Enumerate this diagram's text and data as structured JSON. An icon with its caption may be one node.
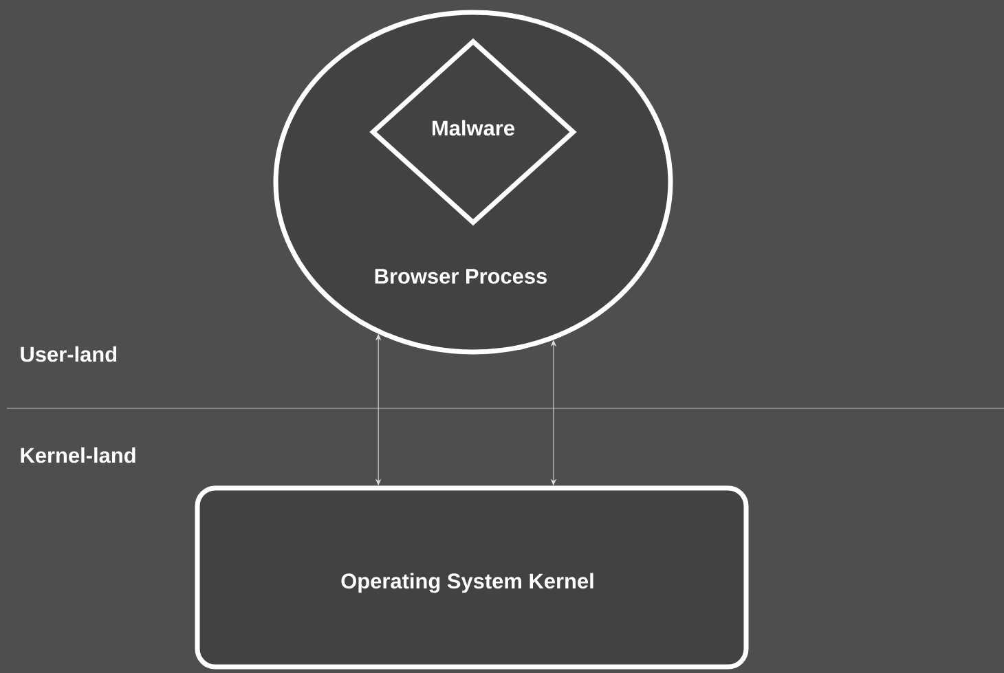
{
  "diagram": {
    "nodes": [
      {
        "text": [
          "Browser Process"
        ]
      },
      {
        "text": [
          "Malware"
        ],
        "in": 0
      },
      {
        "text": [
          "Operating System Kernel"
        ]
      }
    ],
    "edges": [
      {
        "from": 0,
        "to": 2,
        "arrow": "both"
      },
      {
        "from": 0,
        "to": 2,
        "arrow": "both"
      }
    ],
    "labels": [
      "User-land",
      "Kernel-land"
    ]
  }
}
